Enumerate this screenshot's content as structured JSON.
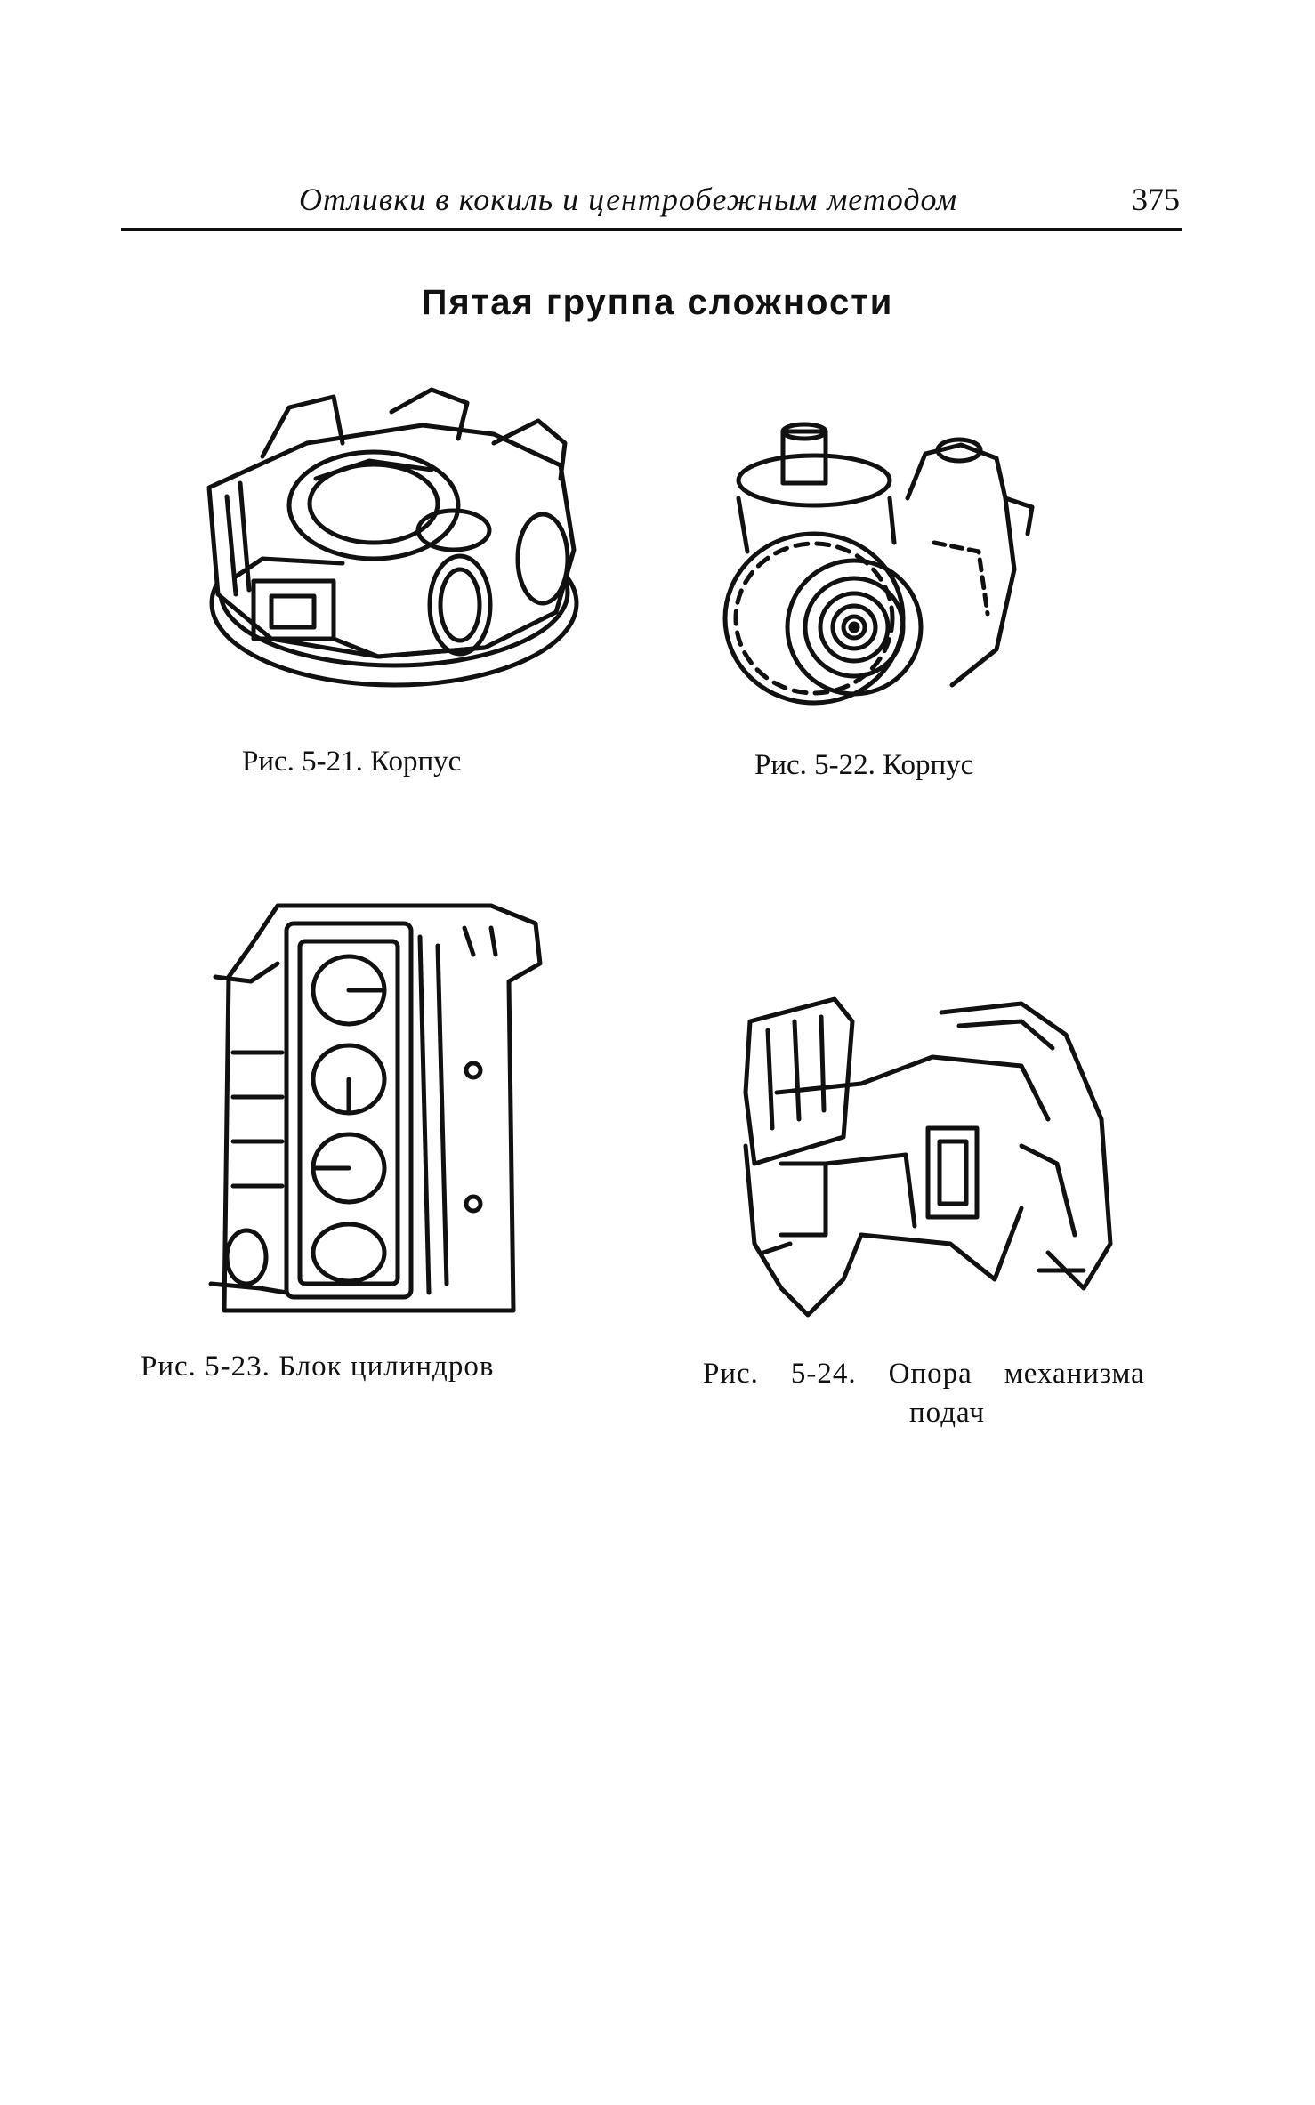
{
  "header": {
    "running_title": "Отливки в кокиль и центробежным методом",
    "page_number": "375"
  },
  "section_title": "Пятая группа сложности",
  "figures": [
    {
      "caption": "Рис. 5-21. Корпус",
      "icon": "housing-drawing"
    },
    {
      "caption": "Рис. 5-22. Корпус",
      "icon": "pump-housing-drawing"
    },
    {
      "caption": "Рис. 5-23. Блок цилиндров",
      "icon": "cylinder-block-drawing"
    },
    {
      "caption_line1_a": "Рис.",
      "caption_line1_b": "5-24.",
      "caption_line1_c": "Опора",
      "caption_line1_d": "механизма",
      "caption_line2": "подач",
      "icon": "feed-mechanism-support-drawing"
    }
  ]
}
